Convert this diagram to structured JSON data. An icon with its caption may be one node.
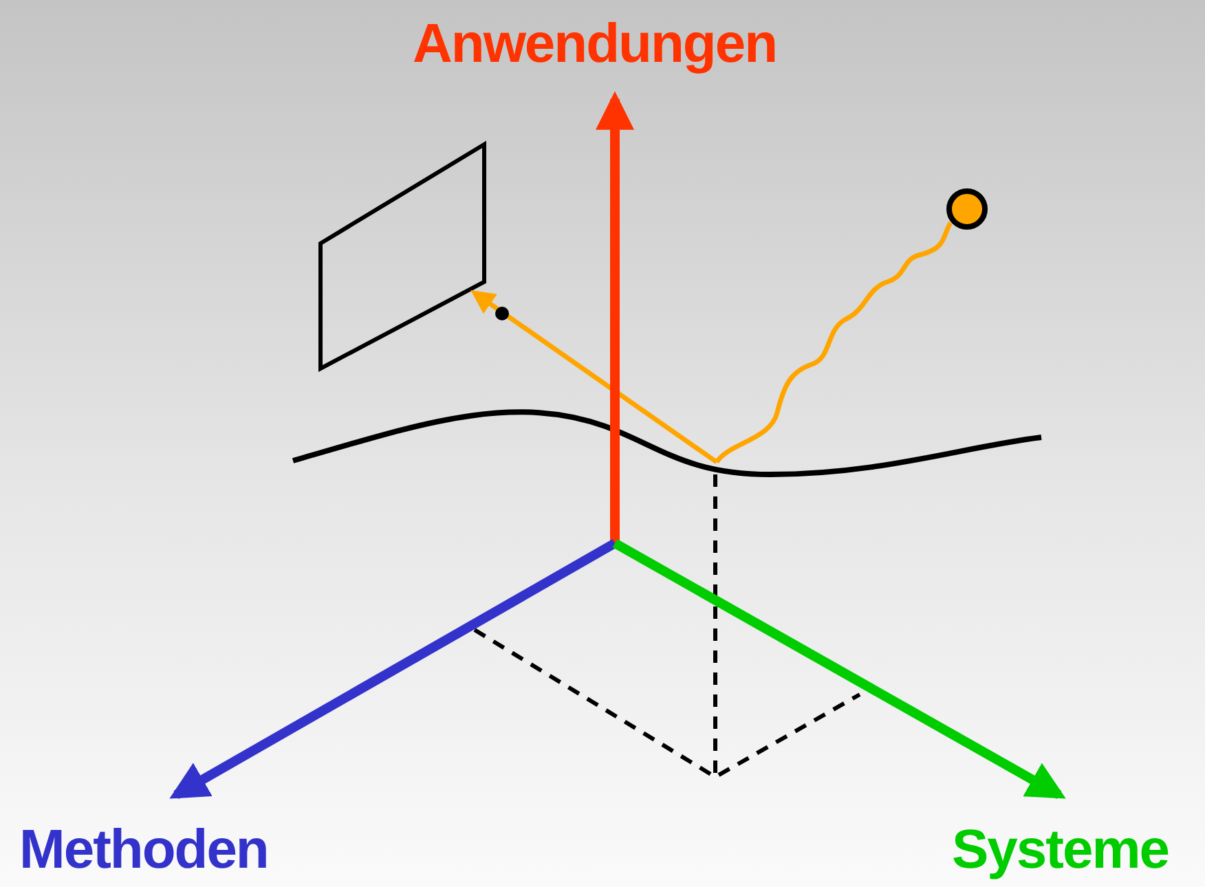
{
  "diagram": {
    "nodes": [
      {
        "text": [],
        "shape": "box"
      },
      {
        "text": [],
        "shape": "circle"
      },
      {
        "text": [],
        "shape": "curve"
      }
    ],
    "edges": [
      {
        "from": 1,
        "to": 2,
        "arrow": "none",
        "color": "#ffa500"
      },
      {
        "from": 2,
        "to": 0,
        "arrow": "to",
        "color": "#ffa500"
      }
    ],
    "labels": [
      "Anwendungen",
      "Methoden",
      "Systeme"
    ]
  }
}
